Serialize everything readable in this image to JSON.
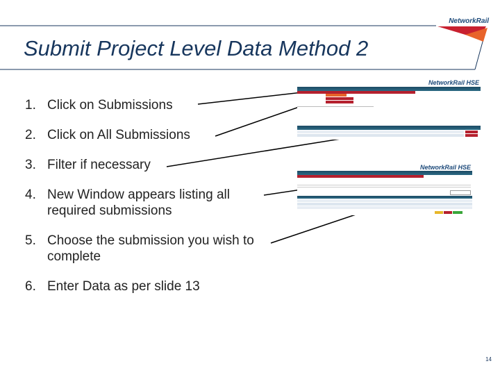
{
  "slide": {
    "title": "Submit Project Level Data Method 2",
    "logo": "NetworkRail",
    "page_number": "14",
    "steps": [
      {
        "num": "1.",
        "text": "Click on Submissions"
      },
      {
        "num": "2.",
        "text": "Click on All Submissions"
      },
      {
        "num": "3.",
        "text": "Filter if necessary"
      },
      {
        "num": "4.",
        "text": "New Window appears listing all required submissions"
      },
      {
        "num": "5.",
        "text": "Choose the submission you wish to complete"
      },
      {
        "num": "6.",
        "text": "Enter Data as per slide 13"
      }
    ],
    "screenshots": [
      {
        "brand": "NetworkRail HSE"
      },
      {
        "brand": "NetworkRail HSE"
      }
    ],
    "colors": {
      "title": "#17365d",
      "accent": "#b5202e",
      "header": "#1d4a64"
    }
  }
}
